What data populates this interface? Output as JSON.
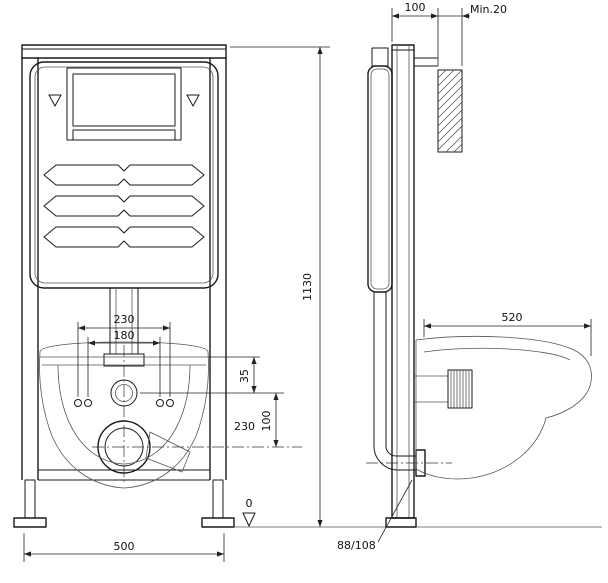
{
  "palette": {
    "ink": "#1a1a1a",
    "thin_line": "#555555",
    "background": "#ffffff"
  },
  "front": {
    "dim_width": "500",
    "dim_height": "1130",
    "dim_fixing_outer": "230",
    "dim_fixing_inner": "180",
    "dim_rim_to_inlet": "35",
    "dim_inlet_to_outlet": "100",
    "note_outlet_height": "230",
    "datum_zero": "0"
  },
  "side": {
    "dim_frame_depth": "100",
    "dim_wall_min": "Min.20",
    "dim_bowl_depth": "520",
    "dim_outlet_pipe": "88/108"
  }
}
